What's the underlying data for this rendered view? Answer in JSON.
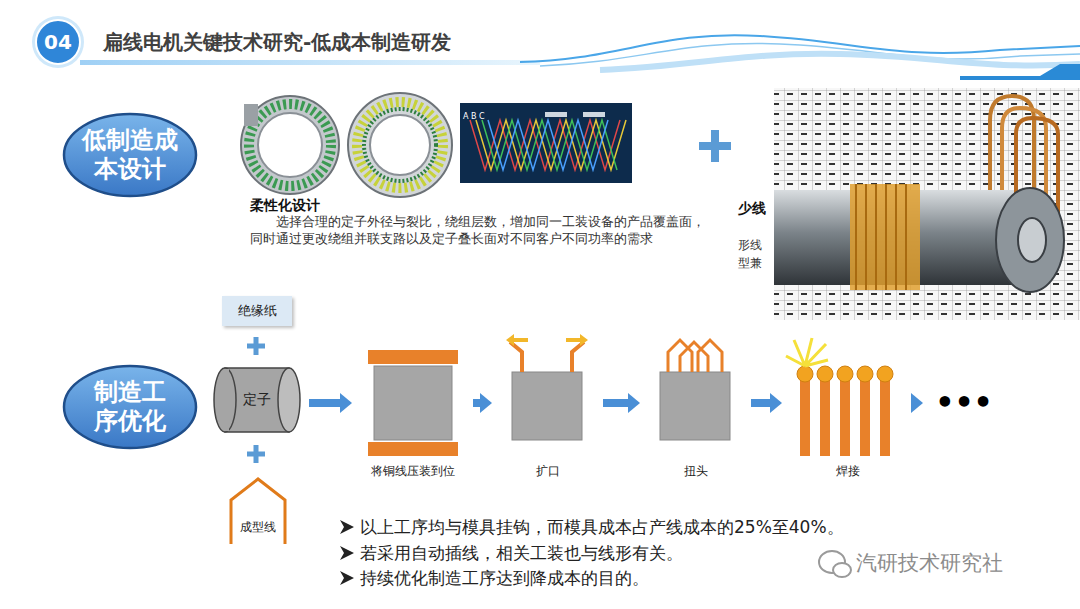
{
  "diagram": {
    "title": "扁线电机关键技术研究-低成本制造研发",
    "nodes": [
      {
        "text": [
          "低制造成本设计"
        ]
      },
      {
        "text": [
          "制造工序优化"
        ]
      },
      {
        "text": [
          "绝缘纸"
        ]
      },
      {
        "text": [
          "定子"
        ]
      },
      {
        "text": [
          "成型线"
        ]
      },
      {
        "text": [
          "将铜线压装到位"
        ]
      },
      {
        "text": [
          "扩口"
        ]
      },
      {
        "text": [
          "扭头"
        ]
      },
      {
        "text": [
          "焊接"
        ]
      },
      {
        "text": [
          "•••"
        ]
      }
    ],
    "edges": [
      {
        "from": 3,
        "to": 5,
        "arrow": "to"
      },
      {
        "from": 5,
        "to": 6,
        "arrow": "to"
      },
      {
        "from": 6,
        "to": 7,
        "arrow": "to"
      },
      {
        "from": 7,
        "to": 8,
        "arrow": "to"
      },
      {
        "from": 8,
        "to": 9,
        "arrow": "to"
      }
    ],
    "labels": [
      "04",
      "柔性化设计",
      "选择合理的定子外径与裂比，绕组层数，增加同一工装设备的产品覆盖面，同时通过更改绕组并联支路以及定子叠长面对不同客户不同功率的需求",
      "少线",
      "形线",
      "型兼",
      "A B C",
      "以上工序均与模具挂钩，而模具成本占产线成本的25%至40%。",
      "若采用自动插线，相关工装也与线形有关。",
      "持续优化制造工序达到降成本的目的。",
      "汽研技术研究社"
    ]
  }
}
